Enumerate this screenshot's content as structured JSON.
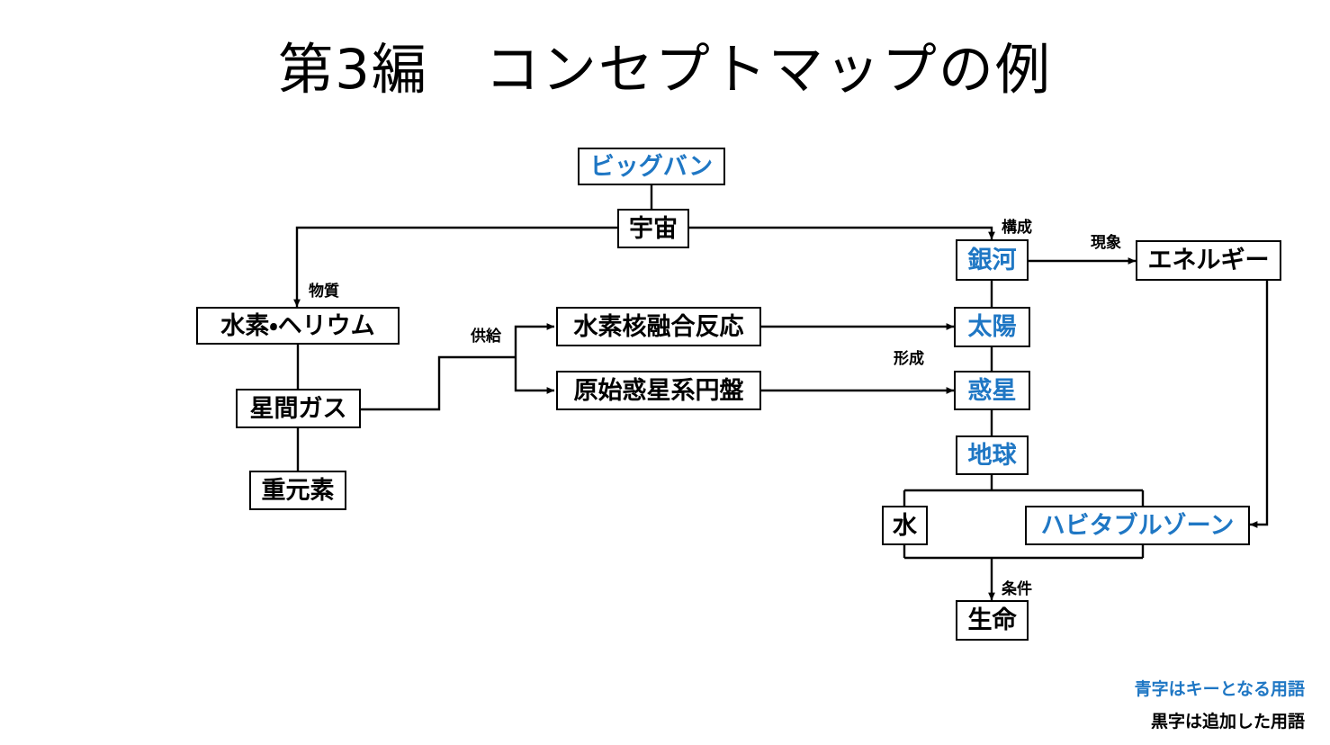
{
  "page": {
    "title": "第3編　コンセプトマップの例",
    "background": "#ffffff",
    "key_color": "#1f77c4",
    "text_color": "#000000"
  },
  "diagram": {
    "type": "concept-map",
    "nodes": [
      {
        "id": "big-bang",
        "label": "ビッグバン",
        "style": "key"
      },
      {
        "id": "universe",
        "label": "宇宙",
        "style": "add"
      },
      {
        "id": "hydrogen-helium",
        "label": "水素・ヘリウム",
        "style": "add"
      },
      {
        "id": "interstellar-gas",
        "label": "星間ガス",
        "style": "add"
      },
      {
        "id": "heavy-elements",
        "label": "重元素",
        "style": "add"
      },
      {
        "id": "fusion",
        "label": "水素核融合反応",
        "style": "add"
      },
      {
        "id": "protoplanetary",
        "label": "原始惑星系円盤",
        "style": "add"
      },
      {
        "id": "galaxy",
        "label": "銀河",
        "style": "key"
      },
      {
        "id": "energy",
        "label": "エネルギー",
        "style": "add"
      },
      {
        "id": "sun",
        "label": "太陽",
        "style": "key"
      },
      {
        "id": "planet",
        "label": "惑星",
        "style": "key"
      },
      {
        "id": "earth",
        "label": "地球",
        "style": "key"
      },
      {
        "id": "water",
        "label": "水",
        "style": "add"
      },
      {
        "id": "habitable-zone",
        "label": "ハビタブルゾーン",
        "style": "key"
      },
      {
        "id": "life",
        "label": "生命",
        "style": "add"
      }
    ],
    "edge_labels": [
      {
        "id": "kousei",
        "label": "構成"
      },
      {
        "id": "gensho",
        "label": "現象"
      },
      {
        "id": "busshitsu",
        "label": "物質"
      },
      {
        "id": "kyokyu",
        "label": "供給"
      },
      {
        "id": "keisei",
        "label": "形成"
      },
      {
        "id": "jouken",
        "label": "条件"
      }
    ],
    "edges": [
      {
        "from": "big-bang",
        "to": "universe",
        "label": "",
        "arrow": false
      },
      {
        "from": "universe",
        "to": "hydrogen-helium",
        "label": "物質",
        "arrow": true
      },
      {
        "from": "universe",
        "to": "galaxy",
        "label": "構成",
        "arrow": true
      },
      {
        "from": "hydrogen-helium",
        "to": "interstellar-gas",
        "label": "",
        "arrow": false
      },
      {
        "from": "interstellar-gas",
        "to": "heavy-elements",
        "label": "",
        "arrow": false
      },
      {
        "from": "interstellar-gas",
        "to": "fusion",
        "label": "供給",
        "arrow": true
      },
      {
        "from": "interstellar-gas",
        "to": "protoplanetary",
        "label": "供給",
        "arrow": true
      },
      {
        "from": "fusion",
        "to": "sun",
        "label": "",
        "arrow": true
      },
      {
        "from": "protoplanetary",
        "to": "planet",
        "label": "形成",
        "arrow": true
      },
      {
        "from": "galaxy",
        "to": "energy",
        "label": "現象",
        "arrow": true
      },
      {
        "from": "galaxy",
        "to": "sun",
        "label": "",
        "arrow": false
      },
      {
        "from": "sun",
        "to": "planet",
        "label": "",
        "arrow": false
      },
      {
        "from": "planet",
        "to": "earth",
        "label": "",
        "arrow": false
      },
      {
        "from": "earth",
        "to": "water",
        "label": "",
        "arrow": false
      },
      {
        "from": "earth",
        "to": "habitable-zone",
        "label": "",
        "arrow": false
      },
      {
        "from": "energy",
        "to": "habitable-zone",
        "label": "",
        "arrow": true
      },
      {
        "from": "water",
        "to": "life",
        "label": "条件",
        "arrow": true
      },
      {
        "from": "habitable-zone",
        "to": "life",
        "label": "条件",
        "arrow": true
      }
    ]
  },
  "legend": {
    "key_terms": "青字はキーとなる用語",
    "added_terms": "黒字は追加した用語"
  }
}
